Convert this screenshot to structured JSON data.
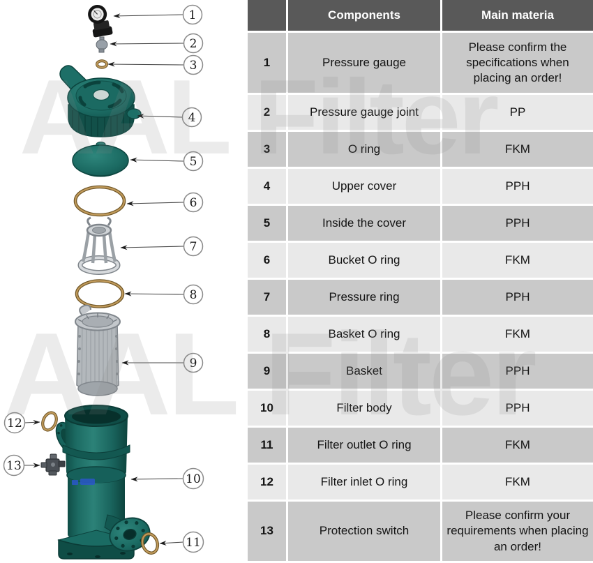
{
  "watermark": {
    "text": "AAL Filter"
  },
  "diagram": {
    "callouts": [
      {
        "num": "1"
      },
      {
        "num": "2"
      },
      {
        "num": "3"
      },
      {
        "num": "4"
      },
      {
        "num": "5"
      },
      {
        "num": "6"
      },
      {
        "num": "7"
      },
      {
        "num": "8"
      },
      {
        "num": "9"
      },
      {
        "num": "10"
      },
      {
        "num": "11"
      },
      {
        "num": "12"
      },
      {
        "num": "13"
      }
    ]
  },
  "table": {
    "headers": {
      "number": "",
      "components": "Components",
      "material": "Main materia"
    },
    "rows": [
      {
        "num": "1",
        "component": "Pressure gauge",
        "material": "Please confirm the specifications when placing an order!"
      },
      {
        "num": "2",
        "component": "Pressure gauge joint",
        "material": "PP"
      },
      {
        "num": "3",
        "component": "O ring",
        "material": "FKM"
      },
      {
        "num": "4",
        "component": "Upper cover",
        "material": "PPH"
      },
      {
        "num": "5",
        "component": "Inside the cover",
        "material": "PPH"
      },
      {
        "num": "6",
        "component": "Bucket O ring",
        "material": "FKM"
      },
      {
        "num": "7",
        "component": "Pressure ring",
        "material": "PPH"
      },
      {
        "num": "8",
        "component": "Basket O ring",
        "material": "FKM"
      },
      {
        "num": "9",
        "component": "Basket",
        "material": "PPH"
      },
      {
        "num": "10",
        "component": "Filter body",
        "material": "PPH"
      },
      {
        "num": "11",
        "component": "Filter outlet O ring",
        "material": "FKM"
      },
      {
        "num": "12",
        "component": "Filter inlet O ring",
        "material": "FKM"
      },
      {
        "num": "13",
        "component": "Protection switch",
        "material": "Please confirm your requirements when placing an order!"
      }
    ]
  },
  "colors": {
    "teal": "#1d6f67",
    "teal_dark": "#0c453f",
    "header_bg": "#595959",
    "row_dark": "#c9c9c9",
    "row_light": "#e9e9e9",
    "oring": "#a5824d"
  }
}
